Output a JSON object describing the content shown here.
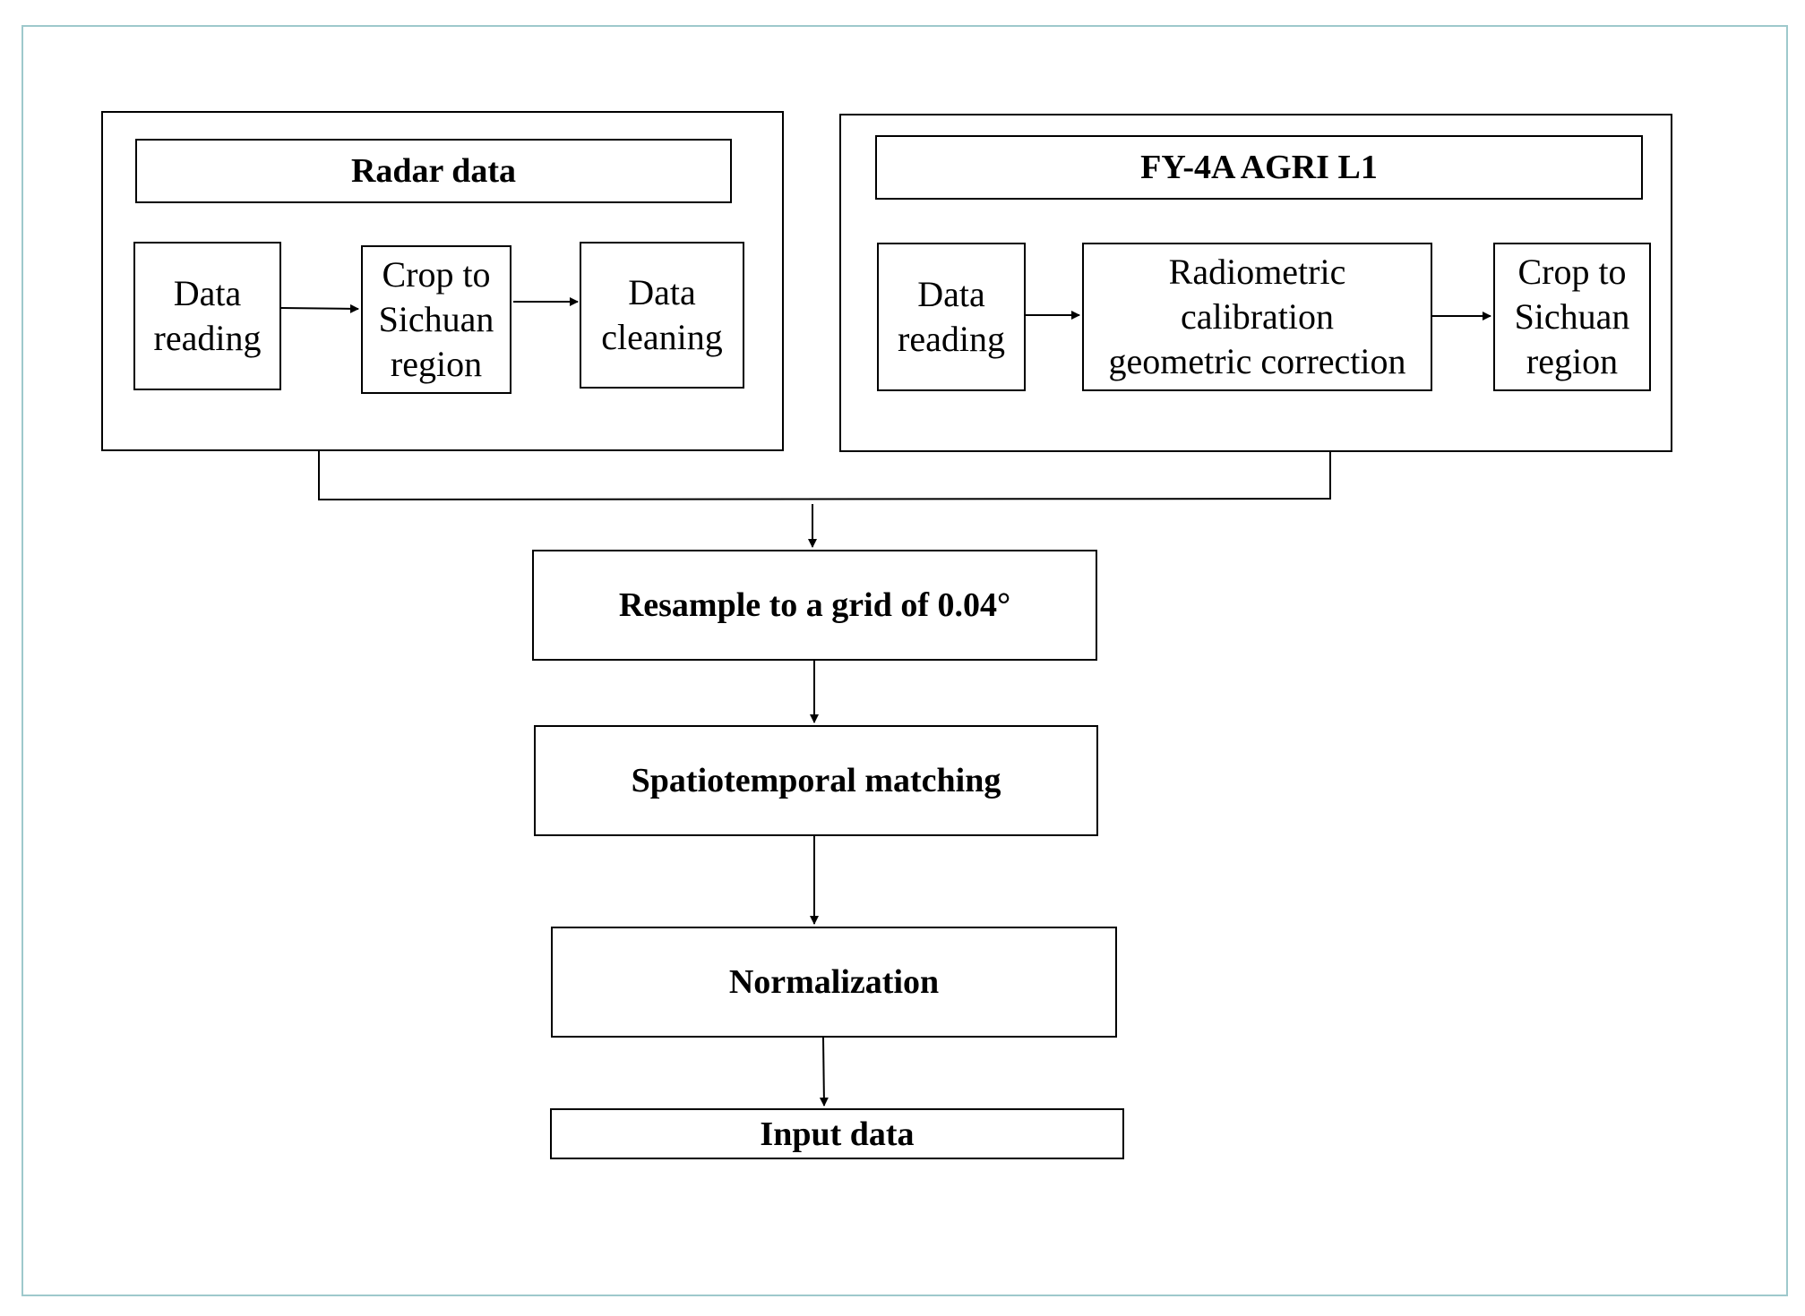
{
  "radar": {
    "title": "Radar data",
    "steps": {
      "s1": [
        "Data",
        "reading"
      ],
      "s2": [
        "Crop to",
        "Sichuan",
        "region"
      ],
      "s3": [
        "Data",
        "cleaning"
      ]
    }
  },
  "fy4a": {
    "title": "FY-4A AGRI L1",
    "steps": {
      "s1": [
        "Data",
        "reading"
      ],
      "s2": [
        "Radiometric",
        "calibration",
        "geometric correction"
      ],
      "s3": [
        "Crop to",
        "Sichuan",
        "region"
      ]
    }
  },
  "pipeline": {
    "resample": "Resample to a grid of 0.04°",
    "matching": "Spatiotemporal matching",
    "normalization": "Normalization",
    "input": "Input data"
  }
}
